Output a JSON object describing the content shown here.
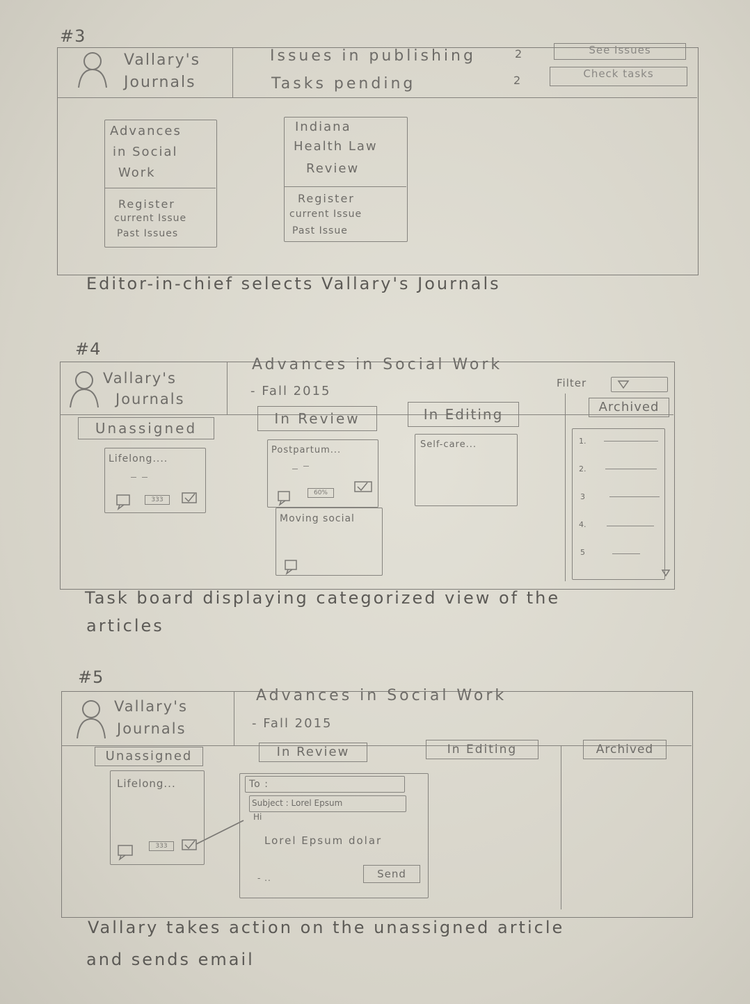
{
  "screen3": {
    "number": "#3",
    "brand": [
      "Vallary's",
      "Journals"
    ],
    "issues_label": "Issues in publishing",
    "issues_count": "2",
    "issues_button": "See Issues",
    "tasks_label": "Tasks pending",
    "tasks_count": "2",
    "tasks_button": "Check tasks",
    "journals": [
      {
        "title": [
          "Advances",
          "in Social",
          "Work"
        ],
        "links": [
          "Register",
          "current Issue",
          "Past Issues"
        ]
      },
      {
        "title": [
          "Indiana",
          "Health Law",
          "Review"
        ],
        "links": [
          "Register",
          "current Issue",
          "Past Issue"
        ]
      }
    ],
    "caption": "Editor-in-chief selects Vallary's Journals"
  },
  "screen4": {
    "number": "#4",
    "brand": [
      "Vallary's",
      "Journals"
    ],
    "title": "Advances in Social Work",
    "subtitle": "- Fall 2015",
    "filter_label": "Filter",
    "columns": [
      "Unassigned",
      "In Review",
      "In Editing",
      "Archived"
    ],
    "cards": {
      "unassigned": {
        "title": "Lifelong....",
        "badge": "333"
      },
      "review1": {
        "title": "Postpartum...",
        "badge": "60%"
      },
      "review2": {
        "title": "Moving social"
      },
      "editing": {
        "title": "Self-care..."
      }
    },
    "archived_items": [
      "1.",
      "2.",
      "3",
      "4.",
      "5"
    ],
    "caption_line1": "Task board displaying categorized view of the",
    "caption_line2": "articles"
  },
  "screen5": {
    "number": "#5",
    "brand": [
      "Vallary's",
      "Journals"
    ],
    "title": "Advances in Social Work",
    "subtitle": "- Fall 2015",
    "columns": [
      "Unassigned",
      "In Review",
      "In Editing",
      "Archived"
    ],
    "card_title": "Lifelong...",
    "card_badge": "333",
    "email": {
      "to": "To :",
      "subject": "Subject : Lorel Epsum",
      "greeting": "Hi",
      "body": "Lorel Epsum dolar",
      "ellipsis": "- ..",
      "send": "Send"
    },
    "caption_line1": "Vallary takes action on the unassigned article",
    "caption_line2": "and sends email"
  }
}
